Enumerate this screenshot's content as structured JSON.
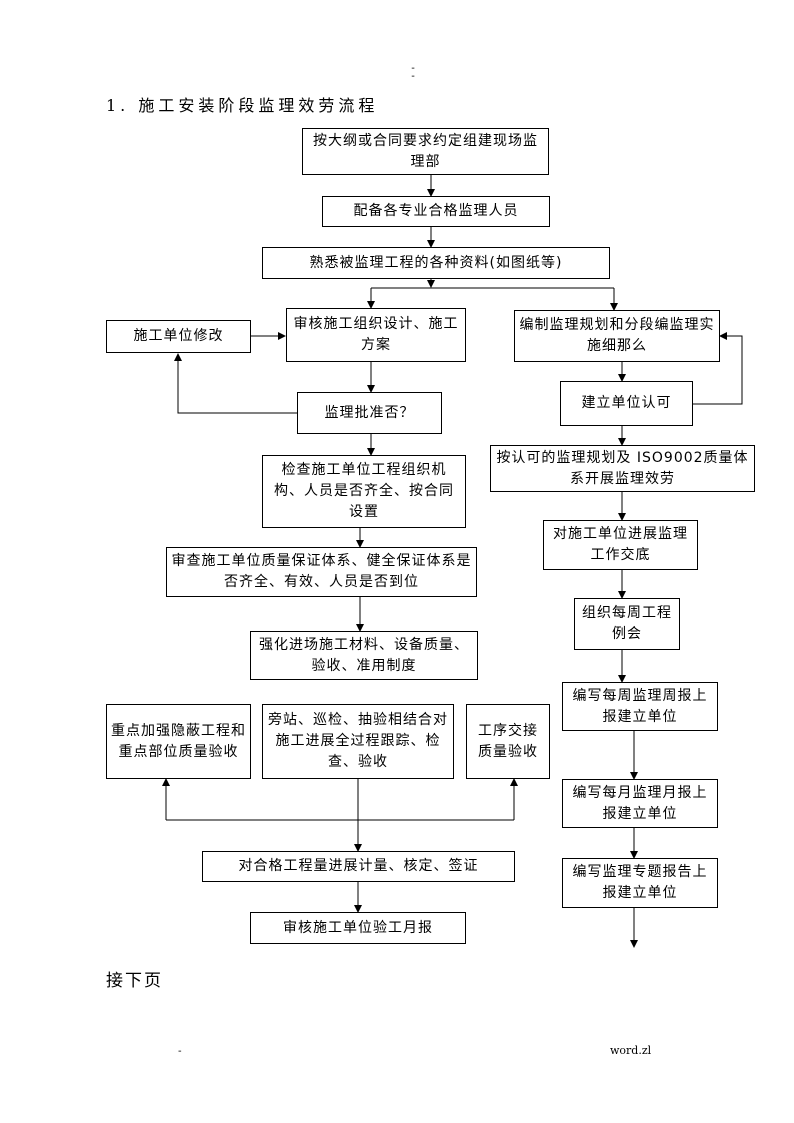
{
  "header": {
    "mark1": "-",
    "mark2": "-"
  },
  "title": "1. 施工安装阶段监理效劳流程",
  "boxes": {
    "b1": "按大纲或合同要求约定组建现场监理部",
    "b2": "配备各专业合格监理人员",
    "b3": "熟悉被监理工程的各种资料(如图纸等)",
    "b4": "审核施工组织设计、施工方案",
    "b5": "施工单位修改",
    "b6": "编制监理规划和分段编监理实施细那么",
    "b7": "监理批准否？",
    "b8": "建立单位认可",
    "b9": "检查施工单位工程组织机构、人员是否齐全、按合同设置",
    "b10": "按认可的监理规划及 ISO9002质量体系开展监理效劳",
    "b11": "对施工单位进展监理工作交底",
    "b12": "审查施工单位质量保证体系、健全保证体系是否齐全、有效、人员是否到位",
    "b13": "组织每周工程例会",
    "b14": "强化进场施工材料、设备质量、验收、准用制度",
    "b15": "编写每周监理周报上报建立单位",
    "b16": "重点加强隐蔽工程和重点部位质量验收",
    "b17": "旁站、巡检、抽验相结合对施工进展全过程跟踪、检查、验收",
    "b18": "工序交接质量验收",
    "b19": "编写每月监理月报上报建立单位",
    "b20": "对合格工程量进展计量、核定、签证",
    "b21": "编写监理专题报告上报建立单位",
    "b22": "审核施工单位验工月报"
  },
  "next_page": "接下页",
  "footer": {
    "dash": "-",
    "word": "word.zl"
  }
}
